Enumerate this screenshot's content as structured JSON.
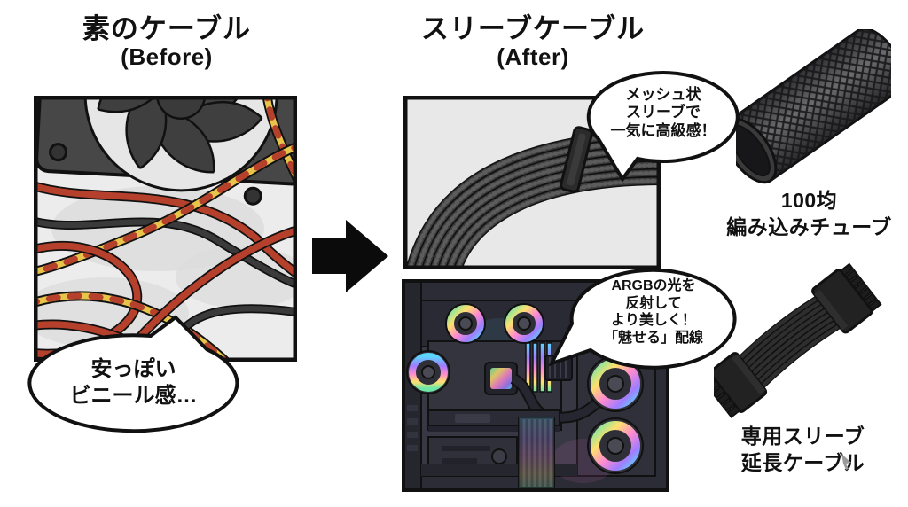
{
  "before": {
    "title": "素のケーブル",
    "subtitle": "(Before)",
    "bubble": "安っぽい\nビニール感…",
    "illustration": "fan-with-messy-cables"
  },
  "after": {
    "title": "スリーブケーブル",
    "subtitle": "(After)",
    "bubble_sleeve": "メッシュ状\nスリーブで\n一気に高級感！",
    "bubble_argb": "ARGBの光を\n反射して\nより美しく！\n「魅せる」配線",
    "illustration_top": "sleeved-cable-bundle-with-comb",
    "illustration_bottom": "rgb-pc-interior"
  },
  "products": {
    "tube": {
      "label": "100均\n編み込みチューブ",
      "illustration": "braided-mesh-tube"
    },
    "extension": {
      "label": "専用スリーブ\n延長ケーブル",
      "illustration": "sleeved-extension-cable"
    }
  },
  "icons": {
    "transform_arrow": "black-right-arrow",
    "cursor_artifact": "small-gray-cursor"
  },
  "colors": {
    "background": "#ffffff",
    "ink": "#111111",
    "panel_bg": "#ececec",
    "cable_red": "#b5402c",
    "cable_yellow": "#e8c54a",
    "cable_dark": "#3a3a3a",
    "case_bg": "#2c2c36",
    "rgb_accent": [
      "#6ee7a8",
      "#ffe06e",
      "#ff8ad0",
      "#9f7dff",
      "#5bd6ff"
    ]
  }
}
